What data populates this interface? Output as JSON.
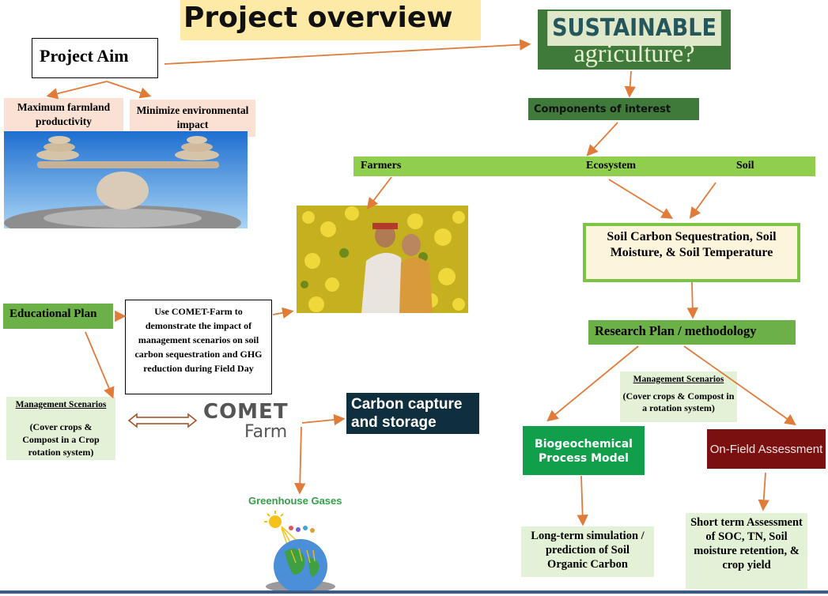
{
  "title": "Project overview",
  "project_aim": "Project Aim",
  "aim_left": "Maximum farmland productivity",
  "aim_right": "Minimize environmental impact",
  "sustainable_line1": "SUSTAINABLE",
  "sustainable_line2": "agriculture?",
  "components": "Components of interest",
  "bar": {
    "farmers": "Farmers",
    "ecosystem": "Ecosystem",
    "soil": "Soil"
  },
  "soil_box": "Soil Carbon Sequestration, Soil Moisture, & Soil Temperature",
  "research_plan": "Research Plan / methodology",
  "right_mgmt_title": "Management Scenarios",
  "right_mgmt_body": "(Cover crops & Compost in a rotation system)",
  "biogeo": "Biogeochemical Process Model",
  "onfield": "On-Field Assessment",
  "longterm": "Long-term simulation / prediction of Soil Organic Carbon",
  "shortterm": "Short term Assessment of SOC, TN, Soil moisture retention, & crop yield",
  "edu_plan": "Educational Plan",
  "comet_desc": "Use COMET-Farm to demonstrate the impact of management scenarios on soil carbon sequestration and GHG reduction during Field Day",
  "left_mgmt_title": "Management Scenarios",
  "left_mgmt_body": "(Cover crops & Compost in a Crop rotation system)",
  "comet_line1": "COMET",
  "comet_line2": "Farm",
  "carbon": "Carbon capture and storage",
  "ghg": "Greenhouse Gases",
  "colors": {
    "title_bg": "#fdeaa6",
    "green_bar": "#8fcf4d",
    "arrow": "#e07b39",
    "dark_green": "#3f7a3a",
    "onfield_red": "#7a1010"
  }
}
